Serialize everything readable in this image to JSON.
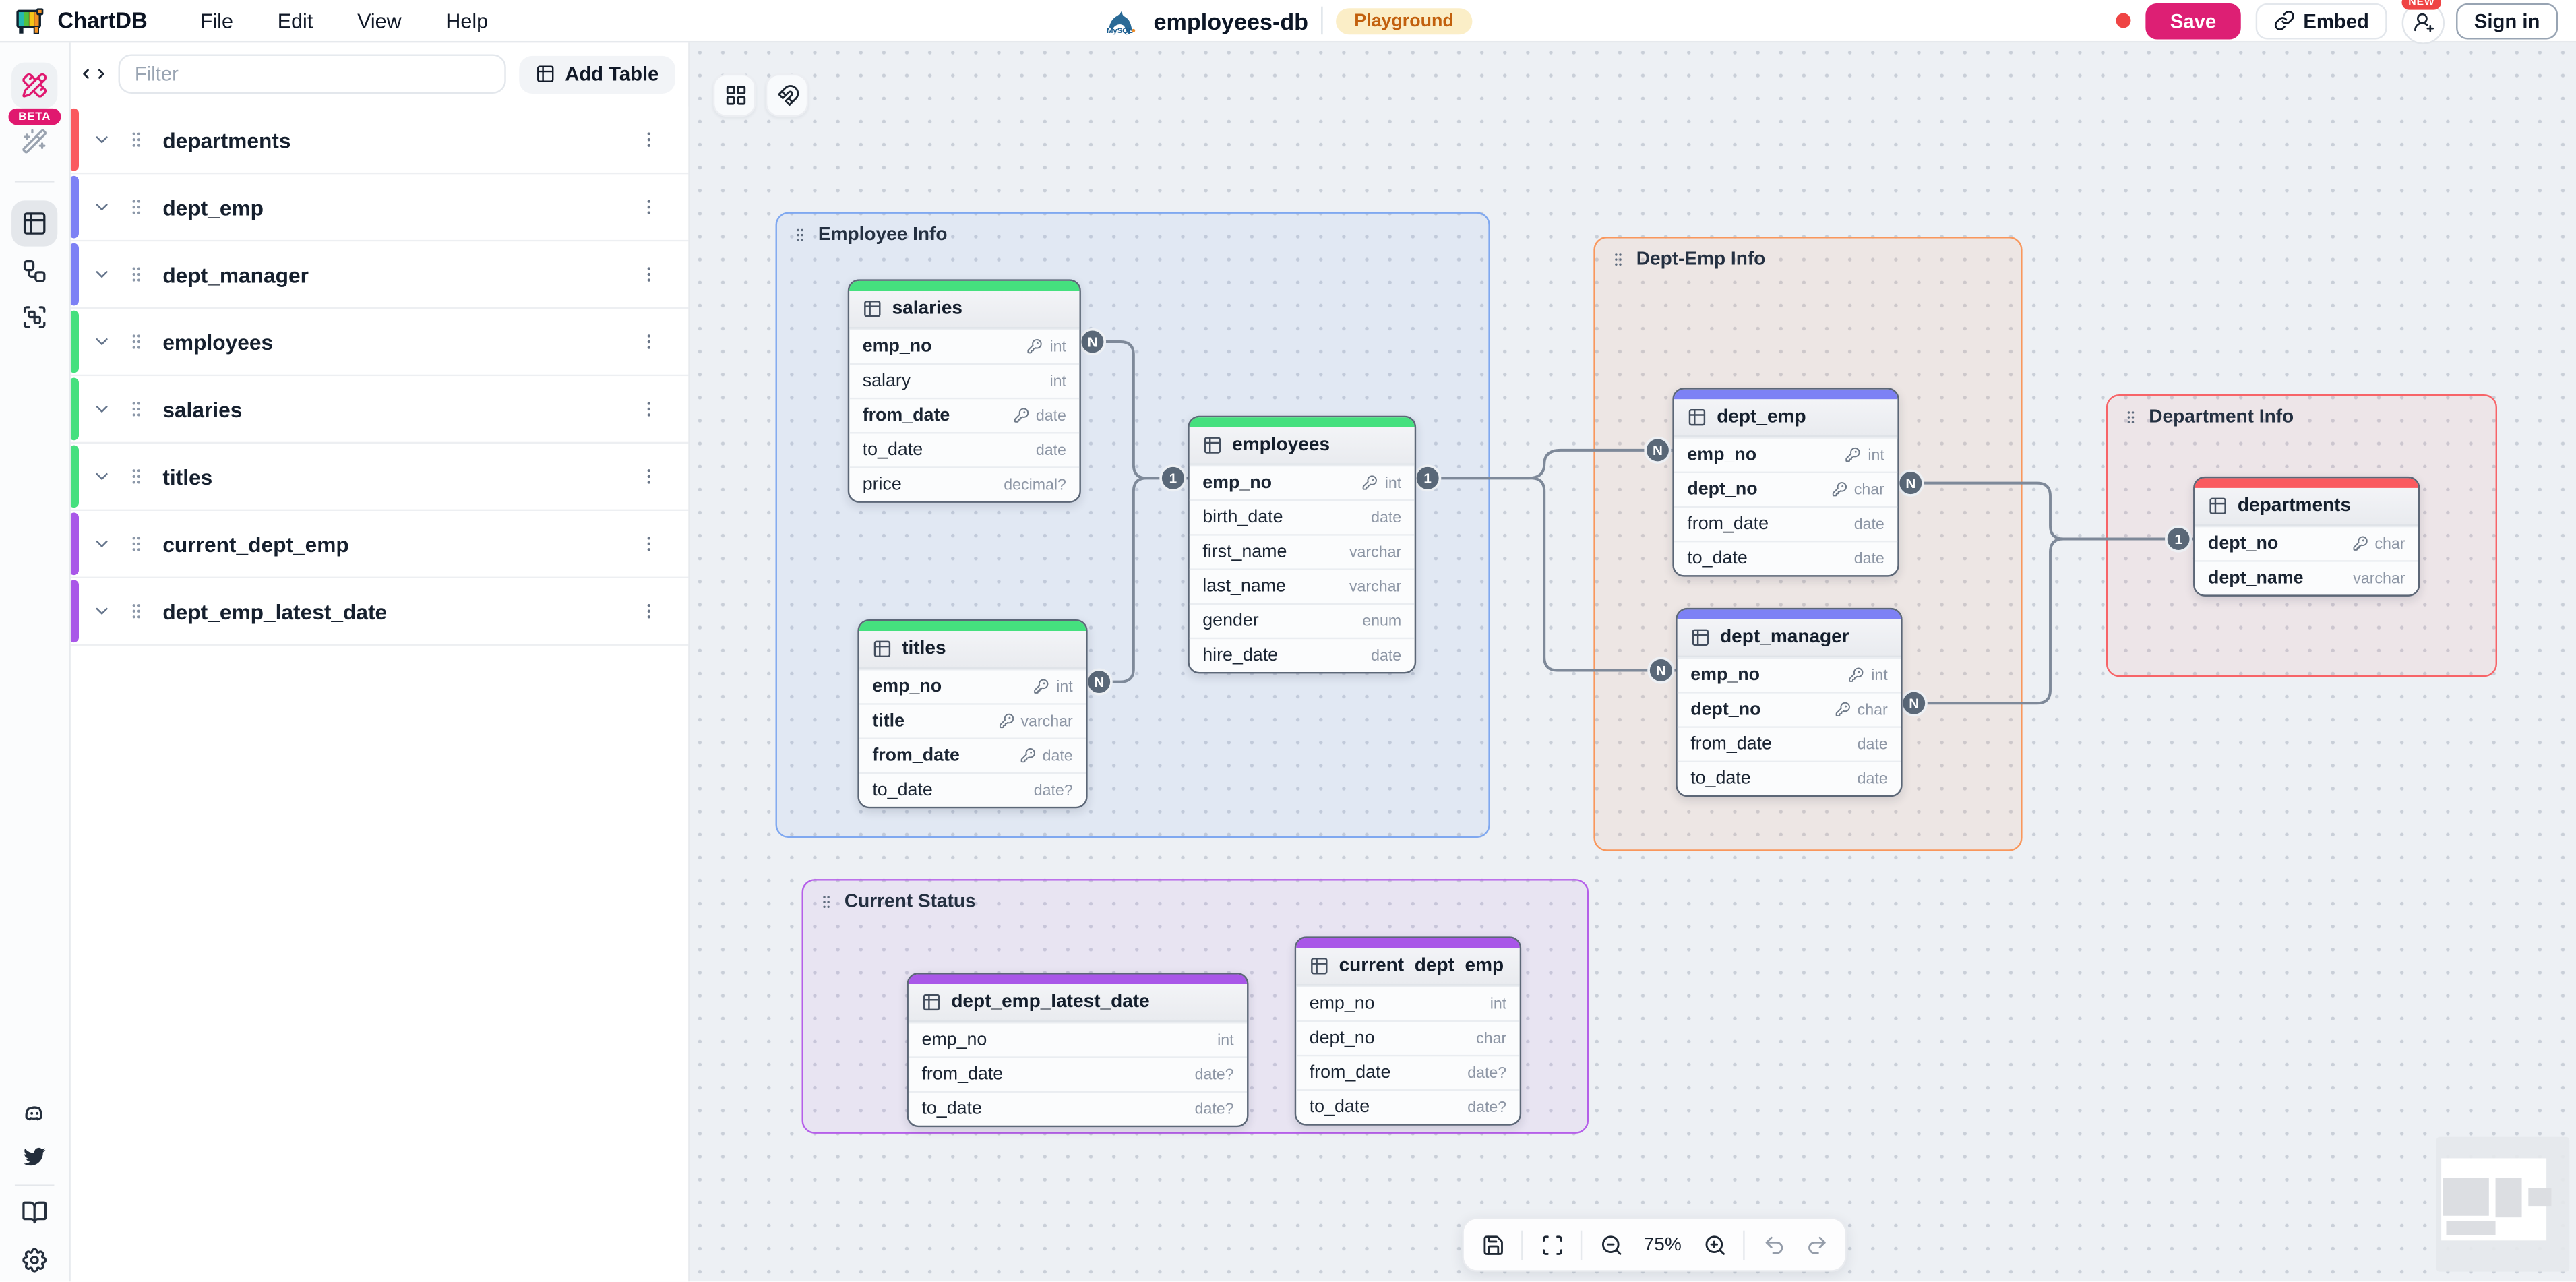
{
  "menubar": {
    "brand": "ChartDB",
    "menus": [
      "File",
      "Edit",
      "View",
      "Help"
    ],
    "diagram_name": "employees-db",
    "db_type": "MySQL",
    "environment_badge": "Playground",
    "save_label": "Save",
    "embed_label": "Embed",
    "new_badge": "NEW",
    "signin_label": "Sign in",
    "accent_color": "#dd1f74"
  },
  "sidebar": {
    "beta_label": "BETA",
    "filter_placeholder": "Filter",
    "add_table_label": "Add Table",
    "tables": [
      {
        "name": "departments",
        "color": "#fa5a5f"
      },
      {
        "name": "dept_emp",
        "color": "#7d81f5"
      },
      {
        "name": "dept_manager",
        "color": "#7d81f5"
      },
      {
        "name": "employees",
        "color": "#45e07e"
      },
      {
        "name": "salaries",
        "color": "#45e07e"
      },
      {
        "name": "titles",
        "color": "#45e07e"
      },
      {
        "name": "current_dept_emp",
        "color": "#a957e8"
      },
      {
        "name": "dept_emp_latest_date",
        "color": "#a957e8"
      }
    ]
  },
  "canvas": {
    "areas": [
      {
        "label": "Employee Info",
        "color": "#7fa8f0"
      },
      {
        "label": "Dept-Emp Info",
        "color": "#f9975c"
      },
      {
        "label": "Department Info",
        "color": "#f76468"
      },
      {
        "label": "Current Status",
        "color": "#b55fe9"
      }
    ],
    "tables": [
      {
        "name": "salaries",
        "color": "#45e07e",
        "columns": [
          {
            "name": "emp_no",
            "type": "int",
            "pk": true
          },
          {
            "name": "salary",
            "type": "int",
            "pk": false
          },
          {
            "name": "from_date",
            "type": "date",
            "pk": true
          },
          {
            "name": "to_date",
            "type": "date",
            "pk": false
          },
          {
            "name": "price",
            "type": "decimal?",
            "pk": false
          }
        ]
      },
      {
        "name": "employees",
        "color": "#45e07e",
        "columns": [
          {
            "name": "emp_no",
            "type": "int",
            "pk": true
          },
          {
            "name": "birth_date",
            "type": "date",
            "pk": false
          },
          {
            "name": "first_name",
            "type": "varchar",
            "pk": false
          },
          {
            "name": "last_name",
            "type": "varchar",
            "pk": false
          },
          {
            "name": "gender",
            "type": "enum",
            "pk": false
          },
          {
            "name": "hire_date",
            "type": "date",
            "pk": false
          }
        ]
      },
      {
        "name": "titles",
        "color": "#45e07e",
        "columns": [
          {
            "name": "emp_no",
            "type": "int",
            "pk": true
          },
          {
            "name": "title",
            "type": "varchar",
            "pk": true
          },
          {
            "name": "from_date",
            "type": "date",
            "pk": true
          },
          {
            "name": "to_date",
            "type": "date?",
            "pk": false
          }
        ]
      },
      {
        "name": "dept_emp",
        "color": "#7d81f5",
        "columns": [
          {
            "name": "emp_no",
            "type": "int",
            "pk": true
          },
          {
            "name": "dept_no",
            "type": "char",
            "pk": true
          },
          {
            "name": "from_date",
            "type": "date",
            "pk": false
          },
          {
            "name": "to_date",
            "type": "date",
            "pk": false
          }
        ]
      },
      {
        "name": "dept_manager",
        "color": "#7d81f5",
        "columns": [
          {
            "name": "emp_no",
            "type": "int",
            "pk": true
          },
          {
            "name": "dept_no",
            "type": "char",
            "pk": true
          },
          {
            "name": "from_date",
            "type": "date",
            "pk": false
          },
          {
            "name": "to_date",
            "type": "date",
            "pk": false
          }
        ]
      },
      {
        "name": "departments",
        "color": "#fa5a5f",
        "columns": [
          {
            "name": "dept_no",
            "type": "char",
            "pk": true
          },
          {
            "name": "dept_name",
            "type": "varchar",
            "pk": false,
            "unique": true
          }
        ]
      },
      {
        "name": "dept_emp_latest_date",
        "color": "#a957e8",
        "columns": [
          {
            "name": "emp_no",
            "type": "int",
            "pk": false
          },
          {
            "name": "from_date",
            "type": "date?",
            "pk": false
          },
          {
            "name": "to_date",
            "type": "date?",
            "pk": false
          }
        ]
      },
      {
        "name": "current_dept_emp",
        "color": "#a957e8",
        "columns": [
          {
            "name": "emp_no",
            "type": "int",
            "pk": false
          },
          {
            "name": "dept_no",
            "type": "char",
            "pk": false
          },
          {
            "name": "from_date",
            "type": "date?",
            "pk": false
          },
          {
            "name": "to_date",
            "type": "date?",
            "pk": false
          }
        ]
      }
    ],
    "relationships": [
      {
        "from_table": "salaries",
        "from_column": "emp_no",
        "to_table": "employees",
        "to_column": "emp_no",
        "from_card": "N",
        "to_card": "1"
      },
      {
        "from_table": "titles",
        "from_column": "emp_no",
        "to_table": "employees",
        "to_column": "emp_no",
        "from_card": "N",
        "to_card": "1"
      },
      {
        "from_table": "dept_emp",
        "from_column": "emp_no",
        "to_table": "employees",
        "to_column": "emp_no",
        "from_card": "N",
        "to_card": "1"
      },
      {
        "from_table": "dept_manager",
        "from_column": "emp_no",
        "to_table": "employees",
        "to_column": "emp_no",
        "from_card": "N",
        "to_card": "1"
      },
      {
        "from_table": "dept_emp",
        "from_column": "dept_no",
        "to_table": "departments",
        "to_column": "dept_no",
        "from_card": "N",
        "to_card": "1"
      },
      {
        "from_table": "dept_manager",
        "from_column": "dept_no",
        "to_table": "departments",
        "to_column": "dept_no",
        "from_card": "N",
        "to_card": "1"
      }
    ]
  },
  "controls": {
    "zoom_level": "75%"
  }
}
